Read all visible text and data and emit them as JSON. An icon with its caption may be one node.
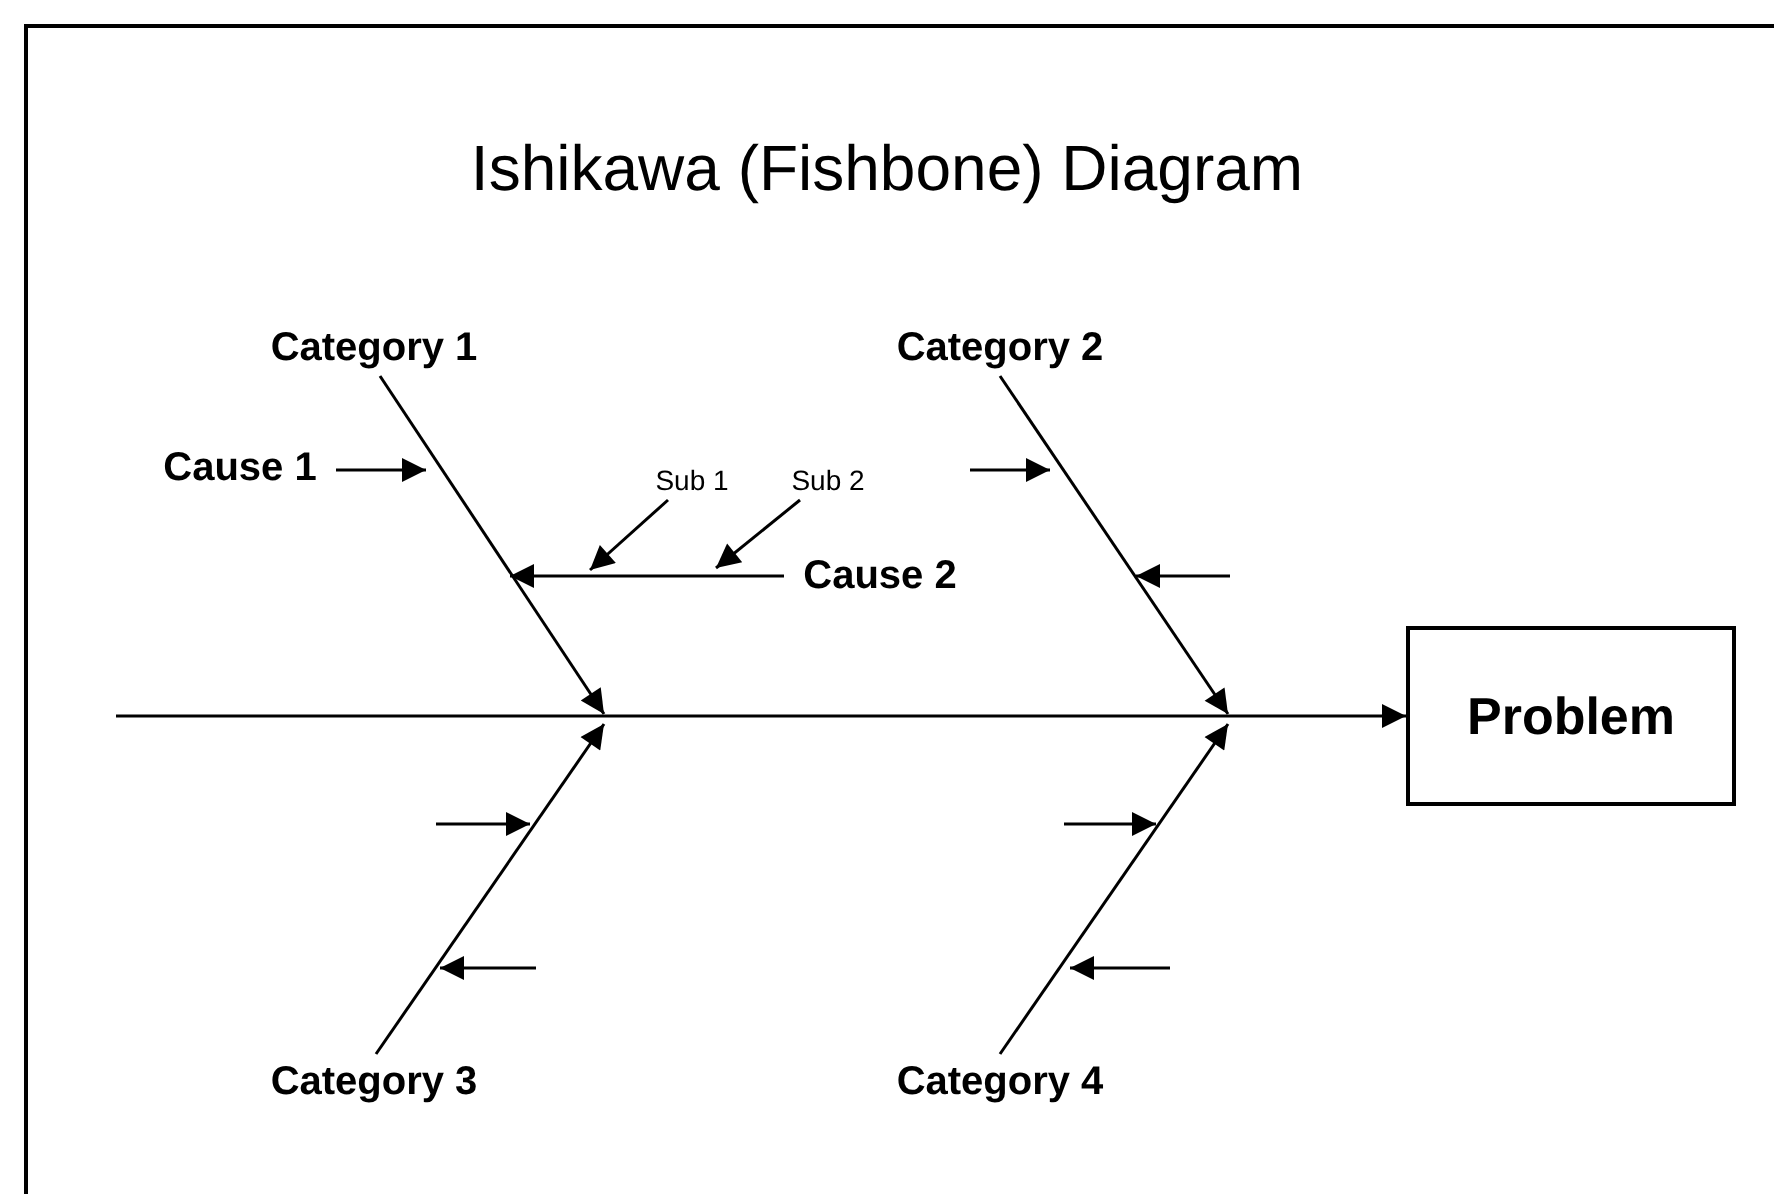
{
  "diagram": {
    "title": "Ishikawa (Fishbone) Diagram",
    "nodes": [
      {
        "text": [
          "Problem"
        ]
      },
      {
        "text": [
          "Category 1"
        ]
      },
      {
        "text": [
          "Category 2"
        ]
      },
      {
        "text": [
          "Category 3"
        ]
      },
      {
        "text": [
          "Category 4"
        ]
      },
      {
        "text": [
          "Cause 1"
        ]
      },
      {
        "text": [
          "Cause 2"
        ]
      },
      {
        "text": [
          "Sub 1"
        ]
      },
      {
        "text": [
          "Sub 2"
        ]
      }
    ],
    "edges": [
      {
        "from": null,
        "to": 0,
        "arrow": "to"
      },
      {
        "from": 1,
        "to": null,
        "arrow": "to"
      },
      {
        "from": 2,
        "to": null,
        "arrow": "to"
      },
      {
        "from": 3,
        "to": null,
        "arrow": "to"
      },
      {
        "from": 4,
        "to": null,
        "arrow": "to"
      },
      {
        "from": 5,
        "to": null,
        "arrow": "to"
      },
      {
        "from": 6,
        "to": null,
        "arrow": "to"
      },
      {
        "from": 7,
        "to": null,
        "arrow": "to"
      },
      {
        "from": 8,
        "to": null,
        "arrow": "to"
      }
    ]
  }
}
